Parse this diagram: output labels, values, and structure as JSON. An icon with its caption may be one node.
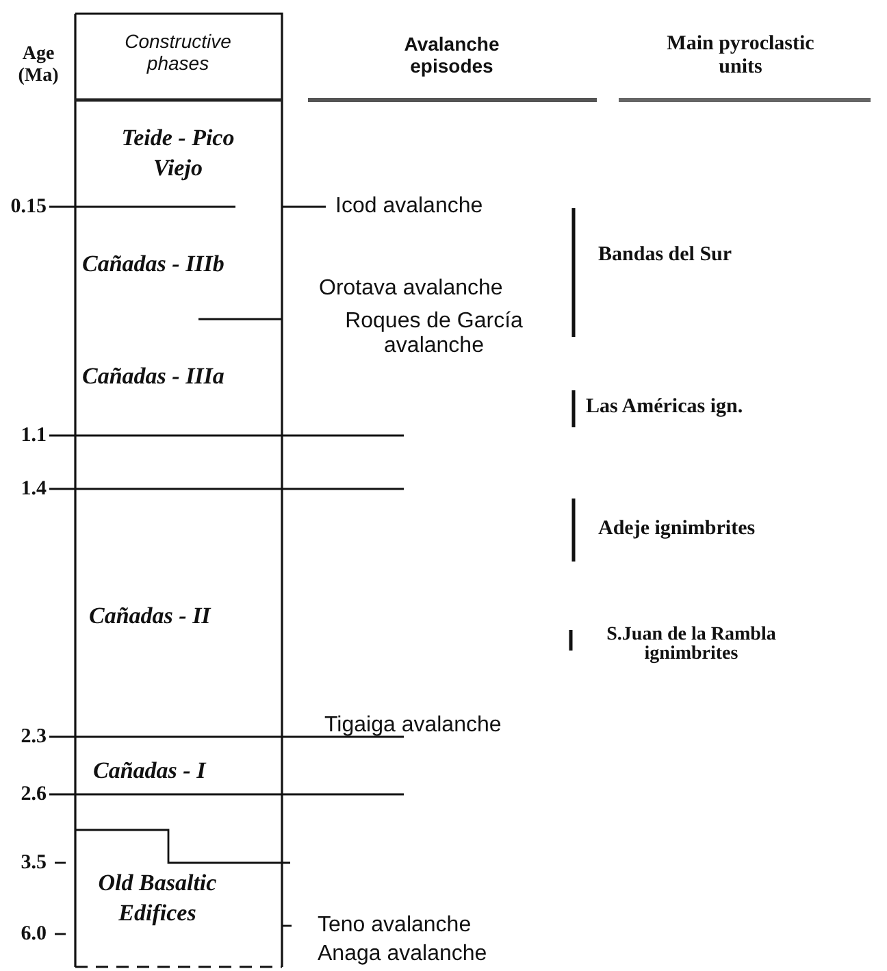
{
  "diagram": {
    "labels": [
      "Age (Ma)",
      "Constructive phases",
      "Avalanche episodes",
      "Main pyroclastic units",
      "Teide - Pico Viejo",
      "0.15",
      "Icod avalanche",
      "Bandas del Sur",
      "Cañadas - IIIb",
      "Orotava avalanche",
      "Roques de García avalanche",
      "Cañadas - IIIa",
      "Las Américas ign.",
      "1.1",
      "1.4",
      "Adeje ignimbrites",
      "Cañadas - II",
      "S.Juan de la Rambla ignimbrites",
      "2.3",
      "Tigaiga avalanche",
      "2.6",
      "Cañadas - I",
      "3.5",
      "Old Basaltic Edifices",
      "6.0",
      "Teno avalanche",
      "Anaga avalanche"
    ]
  }
}
